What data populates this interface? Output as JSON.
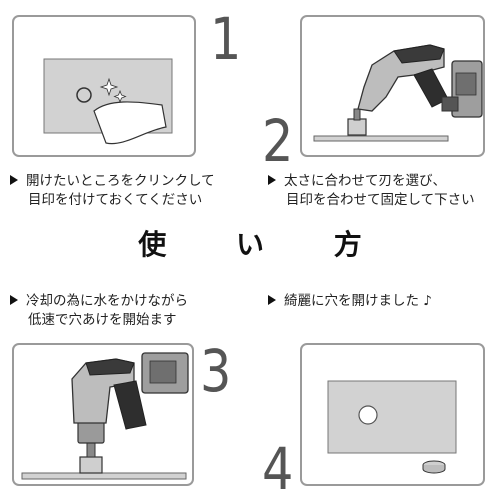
{
  "steps": [
    {
      "number": "1",
      "caption_line1": "開けたいところをクリンクして",
      "caption_line2": "目印を付けておくてください"
    },
    {
      "number": "2",
      "caption_line1": "太さに合わせて刃を選び、",
      "caption_line2": "目印を合わせて固定して下さい"
    },
    {
      "number": "3",
      "caption_line1": "冷却の為に水をかけながら",
      "caption_line2": "低速で穴あけを開始ます"
    },
    {
      "number": "4",
      "caption_line1": "綺麗に穴を開けました ♪",
      "caption_line2": ""
    }
  ],
  "heading": "使 い 方",
  "icons": {
    "bullet": "triangle-right-icon",
    "step1": "marked-board-icon",
    "step2": "drill-with-hole-saw-icon",
    "step3": "drill-cutting-icon",
    "step4": "board-with-hole-icon"
  },
  "colors": {
    "panel_border": "#9a9a9a",
    "board_fill": "#d2d2d2",
    "text": "#222222",
    "number": "#555555"
  }
}
